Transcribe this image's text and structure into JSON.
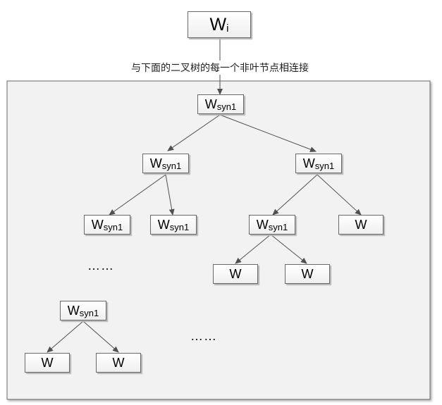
{
  "root": {
    "main": "W",
    "sub": "i"
  },
  "caption": "与下面的二叉树的每一个非叶节点相连接",
  "syn_node": {
    "main": "W",
    "sub": "syn1"
  },
  "leaf_label": "W",
  "ellipsis": "……",
  "colors": {
    "border": "#6a6a6a",
    "panel_bg": "#f2f2f2",
    "arrow": "#505050"
  }
}
